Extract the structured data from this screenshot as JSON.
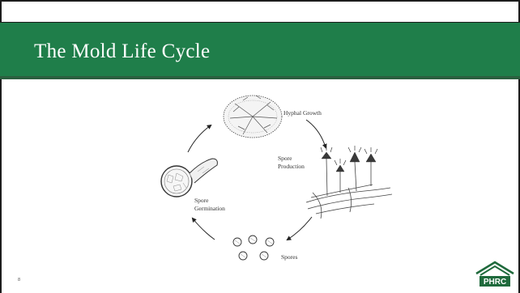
{
  "slide": {
    "title": "The Mold Life Cycle",
    "page_number": "8"
  },
  "diagram": {
    "stages": {
      "hyphal_growth": "Hyphal Growth",
      "spore_production_line1": "Spore",
      "spore_production_line2": "Production",
      "spores": "Spores",
      "spore_germination_line1": "Spore",
      "spore_germination_line2": "Germination"
    }
  },
  "logo": {
    "text": "PHRC",
    "color": "#1f6a3c"
  },
  "colors": {
    "banner": "#1f7e4a",
    "title_text": "#ffffff"
  },
  "icons": [
    "hyphal-growth-illustration",
    "spore-production-illustration",
    "spores-illustration",
    "germination-illustration",
    "house-logo-icon"
  ]
}
